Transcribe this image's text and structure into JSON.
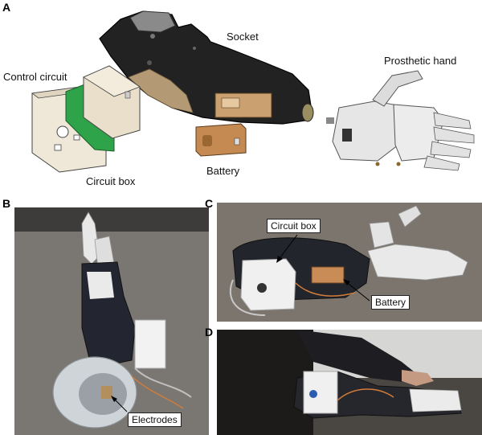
{
  "panels": {
    "a": "A",
    "b": "B",
    "c": "C",
    "d": "D"
  },
  "panel_a": {
    "socket": "Socket",
    "control_circuit": "Control circuit",
    "prosthetic_hand": "Prosthetic hand",
    "circuit_box": "Circuit box",
    "battery": "Battery"
  },
  "panel_b": {
    "electrodes": "Electrodes"
  },
  "panel_c": {
    "circuit_box": "Circuit box",
    "battery": "Battery"
  }
}
